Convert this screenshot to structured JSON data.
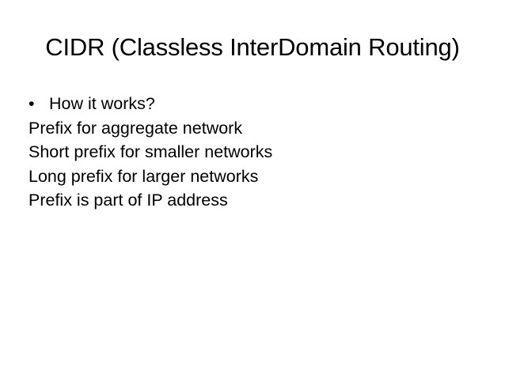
{
  "slide": {
    "title": "CIDR (Classless InterDomain Routing)",
    "bullet_glyph": "•",
    "bullet_text": "How it works?",
    "lines": [
      "Prefix for aggregate network",
      "Short prefix for smaller networks",
      "Long prefix for larger networks",
      "Prefix is part of IP address"
    ]
  }
}
